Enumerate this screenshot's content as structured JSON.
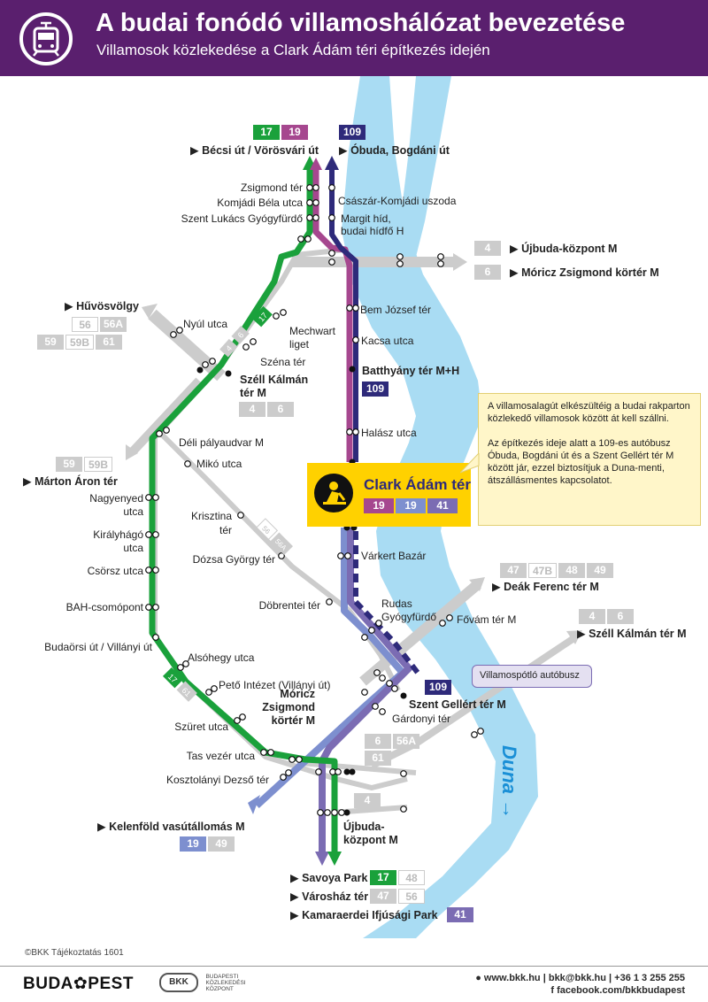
{
  "header": {
    "title": "A budai fonódó villamoshálózat bevezetése",
    "subtitle": "Villamosok közlekedése a Clark Ádám téri építkezés idején",
    "icon": "tram-icon"
  },
  "colors": {
    "header_bg": "#5a1f6e",
    "river": "#a9dcf3",
    "line_17": "#1aa13b",
    "line_19": "#a6478f",
    "line_109": "#2e2a7a",
    "line_19_route": "#7d8fcf",
    "line_41": "#7b6cb3",
    "grey_route": "#cccccc",
    "notice_bg": "#ffd100",
    "note_bg": "#fff6c9",
    "river_label": "#1a8fd6"
  },
  "river": {
    "name": "Duna →"
  },
  "destinations": {
    "becsi": {
      "badges": [
        "17",
        "19"
      ],
      "label": "▶ Bécsi út / Vörösvári út"
    },
    "obuda": {
      "badges": [
        "109"
      ],
      "label": "▶ Óbuda, Bogdáni út"
    },
    "ujbuda_kozpont": {
      "badges": [
        "4"
      ],
      "label": "▶ Újbuda-központ M"
    },
    "moricz_korter": {
      "badges": [
        "6"
      ],
      "label": "▶ Móricz Zsigmond körtér M"
    },
    "huvosvolgy": {
      "badges": [
        "56",
        "56A",
        "59",
        "59B",
        "61"
      ],
      "label": "▶ Hűvösvölgy"
    },
    "marton_aron": {
      "badges": [
        "59",
        "59B"
      ],
      "label": "▶ Márton Áron tér"
    },
    "deak": {
      "badges": [
        "47",
        "47B",
        "48",
        "49"
      ],
      "label": "▶ Deák Ferenc tér M"
    },
    "szell_se": {
      "badges": [
        "4",
        "6"
      ],
      "label": "▶ Széll Kálmán tér M"
    },
    "kelenfold": {
      "badges": [
        "19",
        "49"
      ],
      "label": "▶ Kelenföld vasútállomás M"
    },
    "savoya": {
      "badges": [
        "17",
        "48"
      ],
      "label": "▶ Savoya Park"
    },
    "varoshaz": {
      "badges": [
        "47",
        "56"
      ],
      "label": "▶ Városház tér"
    },
    "kamaraerdei": {
      "badges": [
        "41"
      ],
      "label": "▶ Kamaraerdei Ifjúsági Park"
    }
  },
  "stops": {
    "zsigmond": "Zsigmond tér",
    "komjadi": "Komjádi Béla utca",
    "szent_lukacs": "Szent Lukács Gyógyfürdő",
    "csaszar": "Császár-Komjádi uszoda",
    "margit_hid": [
      "Margit híd,",
      "budai hídfő H"
    ],
    "bem": "Bem József tér",
    "kacsa": "Kacsa utca",
    "batthyany": "Batthyány tér M+H",
    "halasz": "Halász utca",
    "nyul": "Nyúl utca",
    "mechwart": [
      "Mechwart",
      "liget"
    ],
    "szena": "Széna tér",
    "szell": [
      "Széll Kálmán",
      "tér M"
    ],
    "deli": "Déli pályaudvar M",
    "miko": "Mikó utca",
    "nagyenyed": [
      "Nagyenyed",
      "utca"
    ],
    "kiralyhago": [
      "Királyhágó",
      "utca"
    ],
    "csorsz": "Csörsz utca",
    "bah": "BAH-csomópont",
    "budaorsi": "Budaörsi út / Villányi út",
    "krisztina": [
      "Krisztina",
      "tér"
    ],
    "dozsa": "Dózsa György tér",
    "dobrentei": "Döbrentei tér",
    "varkert": "Várkert Bazár",
    "rudas": [
      "Rudas",
      "Gyógyfürdő"
    ],
    "fovam": "Fővám tér M",
    "szent_gellert": "Szent Gellért tér M",
    "gardonyi": "Gárdonyi tér",
    "alsohegy": "Alsóhegy utca",
    "peto": "Pető Intézet (Villányi út)",
    "szuret": "Szüret utca",
    "moricz": [
      "Móricz",
      "Zsigmond",
      "körtér M"
    ],
    "tas": "Tas vezér utca",
    "kosztolanyi": "Kosztolányi Dezső tér",
    "ujbuda": [
      "Újbuda-",
      "központ M"
    ]
  },
  "route_badges": {
    "szell_lines": [
      "4",
      "6"
    ],
    "batthyany_bus": "109",
    "moricz_lines": [
      "6",
      "56A",
      "61"
    ],
    "ujbuda_line": "4",
    "bus_109": "109",
    "line_17_tag": "17",
    "line_17_tag2": "17",
    "line_61_tag": "61",
    "line_4_tag": "4",
    "line_6_tag": "6",
    "line_56_tag": "56",
    "line_56A_tag": "56A"
  },
  "notice": {
    "title": "Clark Ádám tér",
    "badges": [
      "19",
      "19",
      "41"
    ],
    "icon": "construction-worker-icon"
  },
  "note": {
    "p1": "A villamosalagút elkészültéig a budai rakparton közlekedő villamosok között át kell szállni.",
    "p2": "Az építkezés ideje alatt a 109-es autóbusz Óbuda, Bogdáni út és a Szent Gellért tér M között jár, ezzel biztosítjuk a Duna-menti, átszállásmentes kapcsolatot."
  },
  "callout": {
    "text": "Villamospótló autóbusz"
  },
  "footer": {
    "copyright": "©BKK Tájékoztatás 1601",
    "logo_budapest": "BUDA✿PEST",
    "bkk_logo": "BKK",
    "bkk_text": [
      "BUDAPESTI",
      "KÖZLEKEDÉSI",
      "KÖZPONT"
    ],
    "contact_line1": "● www.bkk.hu | bkk@bkk.hu | +36 1 3 255 255",
    "contact_line2": "f facebook.com/bkkbudapest"
  }
}
